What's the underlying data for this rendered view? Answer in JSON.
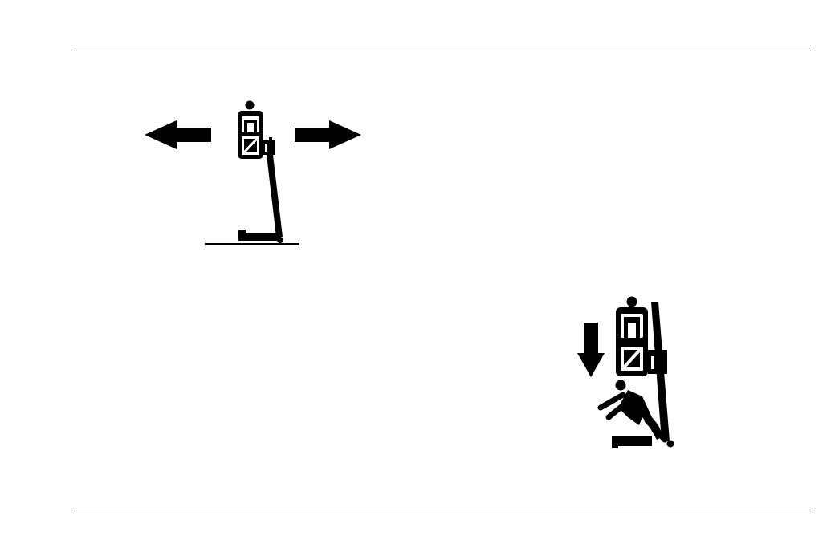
{
  "page": {
    "header_rule": true,
    "footer_rule": true
  },
  "figures": [
    {
      "id": "tip-over-hazard",
      "icons": [
        "left-arrow-icon",
        "lift-operator-icon",
        "right-arrow-icon",
        "ground-line"
      ]
    },
    {
      "id": "crush-hazard",
      "icons": [
        "down-arrow-icon",
        "lift-operator-icon",
        "crushed-person-icon"
      ]
    }
  ],
  "colors": {
    "ink": "#000000",
    "paper": "#ffffff"
  }
}
